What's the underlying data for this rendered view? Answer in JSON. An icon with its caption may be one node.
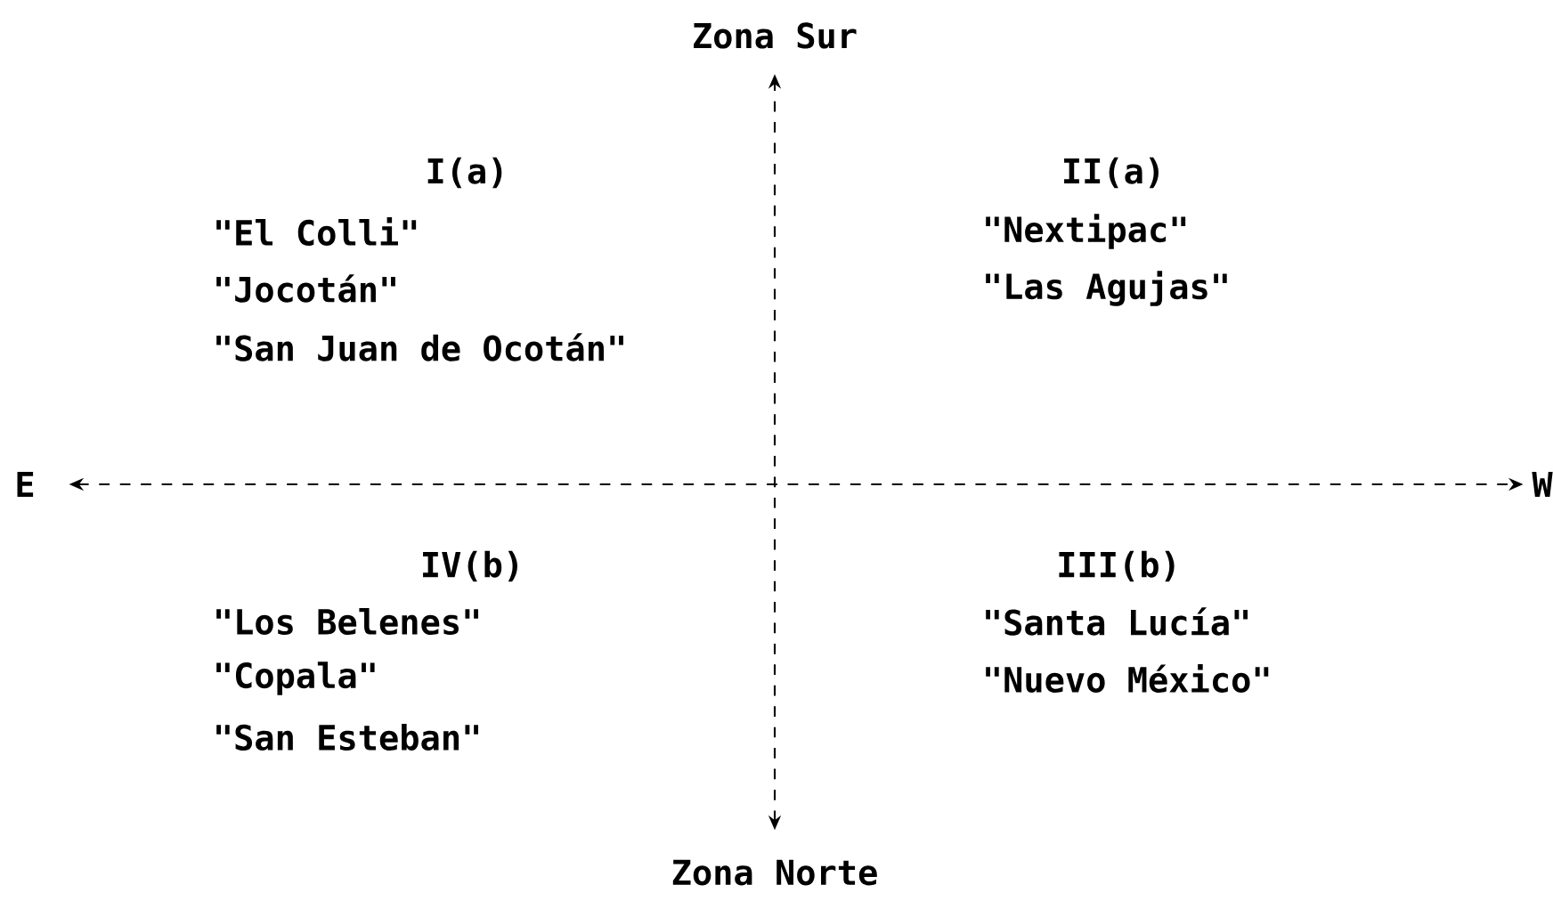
{
  "diagram": {
    "nodes": [
      {
        "text": [
          "Zona Sur"
        ]
      },
      {
        "text": [
          "Zona Norte"
        ]
      },
      {
        "text": [
          "E"
        ]
      },
      {
        "text": [
          "W"
        ]
      }
    ],
    "edges": [
      {
        "from": 1,
        "to": 0,
        "arrow": "both",
        "style": "dashed"
      },
      {
        "from": 2,
        "to": 3,
        "arrow": "both",
        "style": "dashed"
      }
    ],
    "labels": [
      "I(a)",
      "\"El Colli\"",
      "\"Jocotán\"",
      "\"San Juan de Ocotán\"",
      "II(a)",
      "\"Nextipac\"",
      "\"Las Agujas\"",
      "IV(b)",
      "\"Los Belenes\"",
      "\"Copala\"",
      "\"San Esteban\"",
      "III(b)",
      "\"Santa Lucía\"",
      "\"Nuevo México\""
    ]
  }
}
